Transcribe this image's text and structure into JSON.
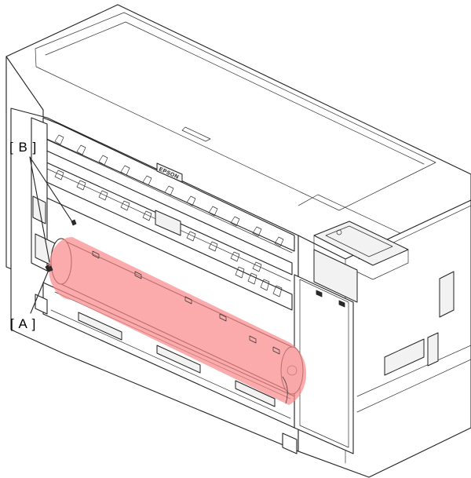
{
  "callouts": {
    "a": {
      "label": "[ A ]"
    },
    "b": {
      "label": "[ B ]"
    }
  },
  "printer": {
    "brand": "EPSON"
  },
  "highlight": {
    "color": "#fa8a8a",
    "opacity": 0.72
  }
}
